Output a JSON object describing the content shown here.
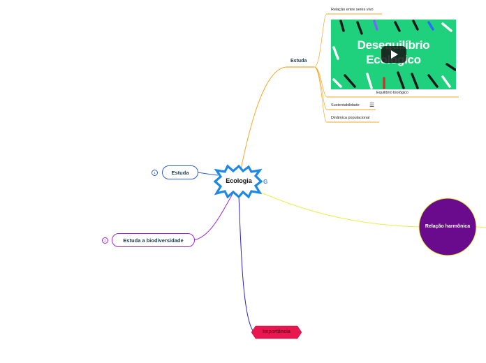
{
  "central": {
    "label": "Ecologia",
    "color": "#1e88e5"
  },
  "branches": {
    "estuda_top": {
      "label": "Estuda",
      "color": "#f5a623",
      "children": [
        "Relação entre seres vivo",
        "Equilibrio biológico",
        "Sustentabilidade",
        "Dinâmica populacional"
      ],
      "video": {
        "title_line1": "Desequilíbrio",
        "title_line2": "Ecológico"
      }
    },
    "estuda_left": {
      "label": "Estuda",
      "number": "1",
      "color": "#2f5fcf"
    },
    "biodiversidade": {
      "label": "Estuda a biodiversidade",
      "number": "2",
      "color": "#9c27d6"
    },
    "importancia": {
      "label": "Importância",
      "color": "#e8174f"
    },
    "relacao": {
      "label": "Relação harmônica",
      "color": "#6a0a8c",
      "line_color": "#e6f046"
    }
  },
  "icons": [
    "google-icon",
    "notes-icon",
    "play-icon"
  ]
}
